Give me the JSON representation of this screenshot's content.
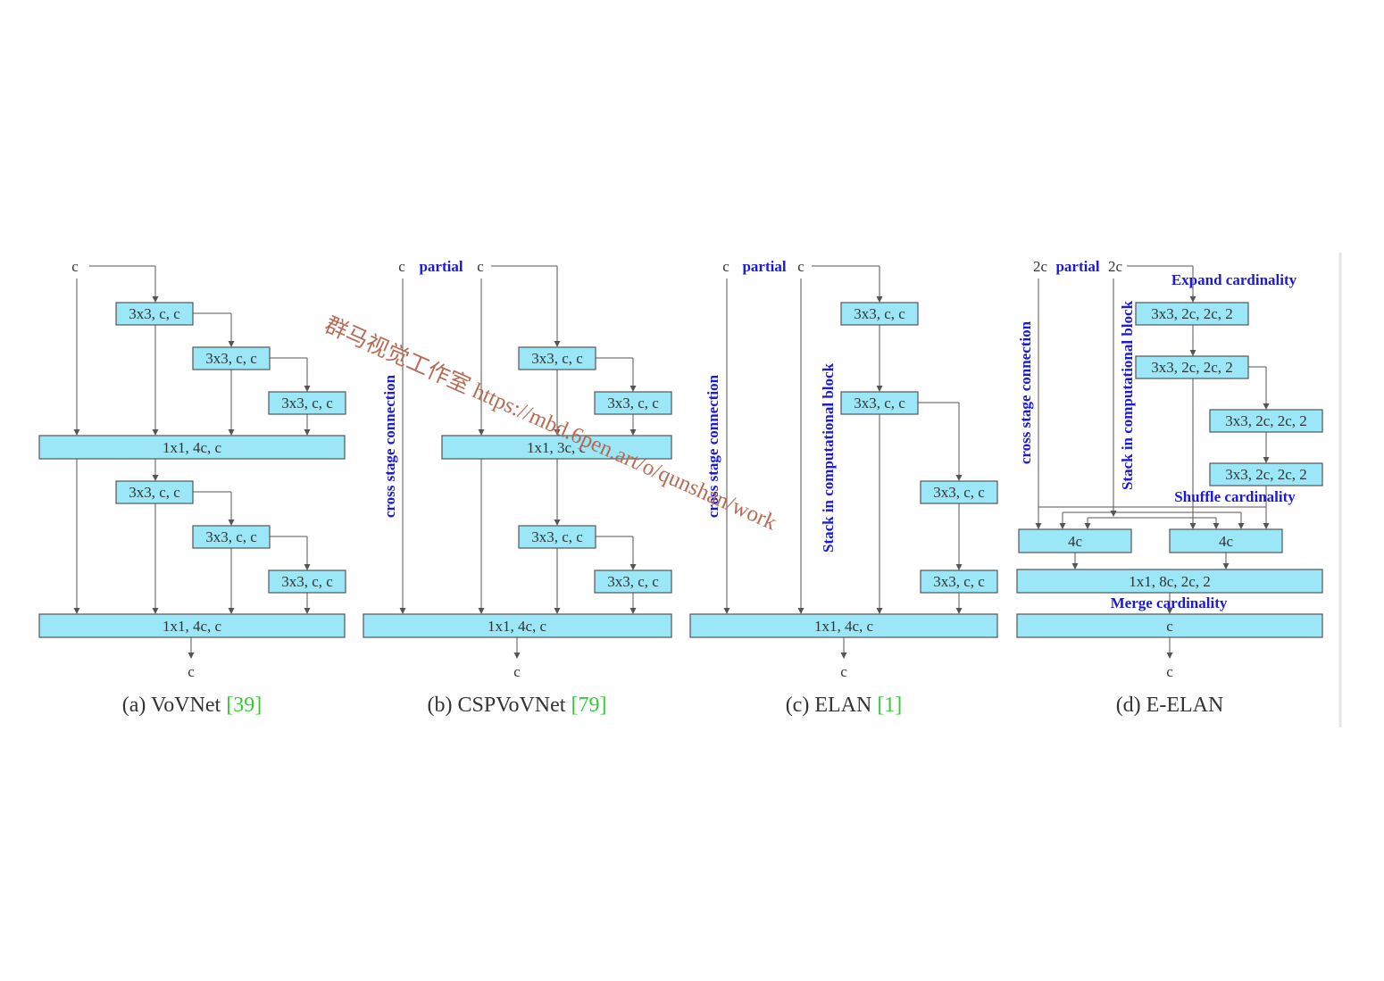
{
  "colors": {
    "box_fill": "#9be7f7",
    "annotation": "#1a1ad8",
    "reference": "#33cc33",
    "watermark": "#b5654e"
  },
  "panel_a": {
    "input": "c",
    "conv1": "3x3, c, c",
    "conv2": "3x3, c, c",
    "conv3": "3x3, c, c",
    "transition1": "1x1, 4c, c",
    "conv4": "3x3, c, c",
    "conv5": "3x3, c, c",
    "conv6": "3x3, c, c",
    "transition2": "1x1, 4c, c",
    "output": "c",
    "caption": "(a) VoVNet ",
    "ref": "[39]"
  },
  "panel_b": {
    "input_left": "c",
    "partial": "partial",
    "input_right": "c",
    "cross_stage": "cross stage connection",
    "conv1": "3x3, c, c",
    "conv2": "3x3, c, c",
    "transition1": "1x1, 3c, c",
    "conv3": "3x3, c, c",
    "conv4": "3x3, c, c",
    "transition2": "1x1, 4c, c",
    "output": "c",
    "caption": "(b) CSPVoVNet ",
    "ref": "[79]"
  },
  "panel_c": {
    "input_left": "c",
    "partial": "partial",
    "input_right": "c",
    "cross_stage": "cross stage connection",
    "stack": "Stack in computational block",
    "conv1": "3x3, c, c",
    "conv2": "3x3, c, c",
    "conv3": "3x3, c, c",
    "conv4": "3x3, c, c",
    "transition": "1x1, 4c, c",
    "output": "c",
    "caption": "(c) ELAN ",
    "ref": "[1]"
  },
  "panel_d": {
    "input_left": "2c",
    "partial": "partial",
    "input_right": "2c",
    "expand": "Expand cardinality",
    "cross_stage": "cross stage connection",
    "stack": "Stack in computational block",
    "conv1": "3x3, 2c, 2c, 2",
    "conv2": "3x3, 2c, 2c, 2",
    "conv3": "3x3, 2c, 2c, 2",
    "conv4": "3x3, 2c, 2c, 2",
    "shuffle": "Shuffle cardinality",
    "group1": "4c",
    "group2": "4c",
    "transition": "1x1, 8c, 2c, 2",
    "merge": "Merge cardinality",
    "merged": "c",
    "output": "c",
    "caption": "(d) E-ELAN"
  },
  "watermark": "群马视觉工作室 https://mbd.6pen.art/o/qunshan/work"
}
